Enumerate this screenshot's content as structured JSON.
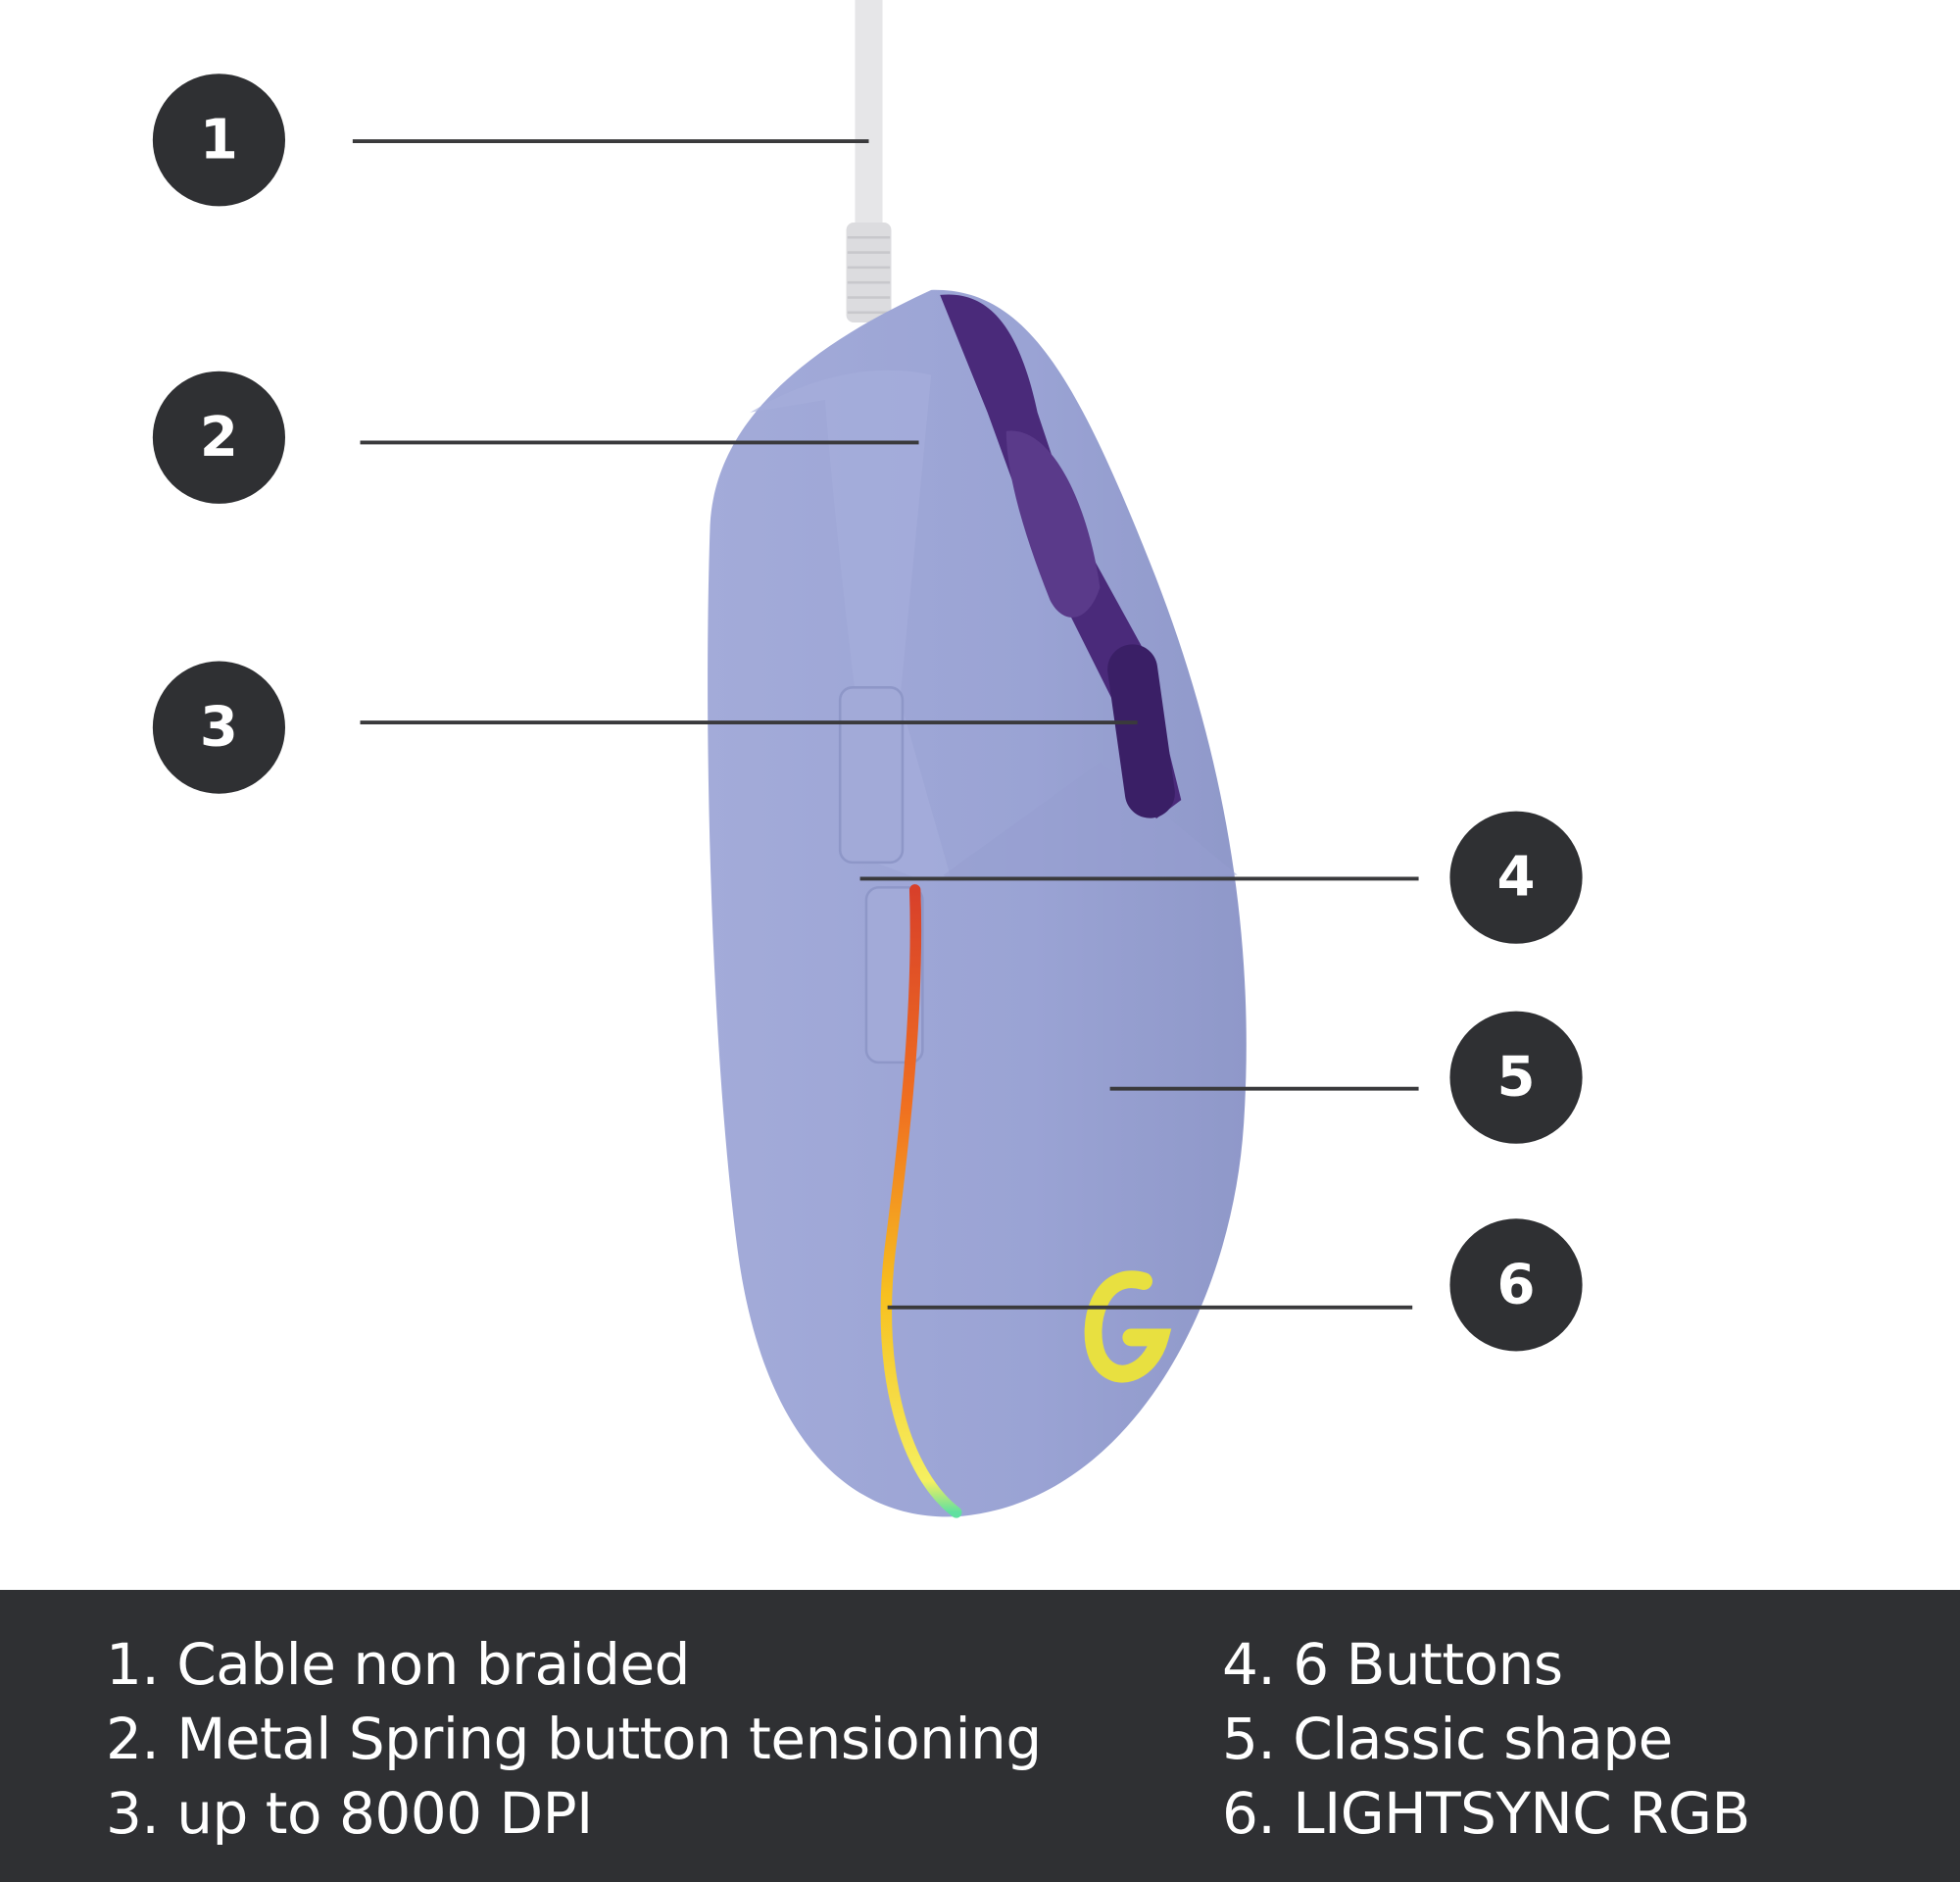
{
  "callouts": [
    {
      "number": "1",
      "label": "1. Cable non braided"
    },
    {
      "number": "2",
      "label": "2. Metal Spring button tensioning"
    },
    {
      "number": "3",
      "label": "3. up to 8000 DPI"
    },
    {
      "number": "4",
      "label": "4. 6 Buttons"
    },
    {
      "number": "5",
      "label": "5. Classic shape"
    },
    {
      "number": "6",
      "label": "6. LIGHTSYNC RGB"
    }
  ],
  "colors": {
    "circle": "#2f3033",
    "band": "#2f3033",
    "mouse_body": "#9ea6d6",
    "mouse_accent": "#4a2a7a",
    "logo": "#e8e040"
  }
}
